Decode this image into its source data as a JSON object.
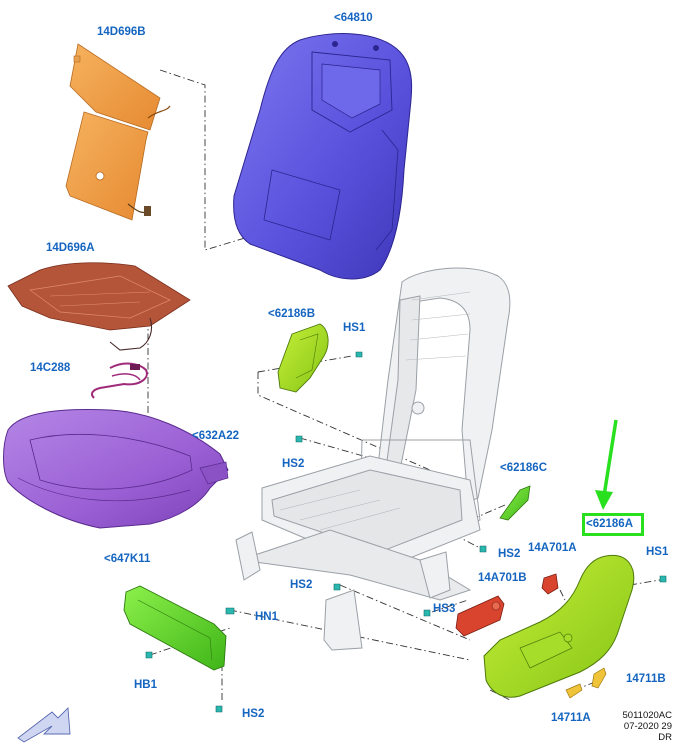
{
  "labels": {
    "l14d696b": "14D696B",
    "l64810": "<64810",
    "l14d696a": "14D696A",
    "l62186b": "<62186B",
    "hs1_top": "HS1",
    "l14c288": "14C288",
    "l632a22": "<632A22",
    "hs2_mid": "HS2",
    "l62186c": "<62186C",
    "l62186a": "<62186A",
    "hs1_right": "HS1",
    "hs2_right": "HS2",
    "l14a701a": "14A701A",
    "l647k11": "<647K11",
    "l14a701b": "14A701B",
    "hs2_center": "HS2",
    "hs3": "HS3",
    "hn1": "HN1",
    "hb1": "HB1",
    "hs2_bottom": "HS2",
    "l14711b": "14711B",
    "l14711a": "14711A"
  },
  "footer": {
    "line1": "5011020AC",
    "line2": "07-2020 29",
    "line3": "DR"
  },
  "colors": {
    "label_blue": "#1565c0",
    "highlight_green": "#29e01f",
    "backrest_blue": "#5a52dd",
    "cushion_purple": "#a066d6",
    "heater_orange": "#f2a14a",
    "heater_mat_brown": "#b4553a",
    "trim_green": "#9ad61e",
    "trim_lime": "#60d62a",
    "motor_red": "#d9442e",
    "knob_yellow": "#f0c43a",
    "harness_magenta": "#a02a7a",
    "frame_grey": "#c8ccd0"
  }
}
